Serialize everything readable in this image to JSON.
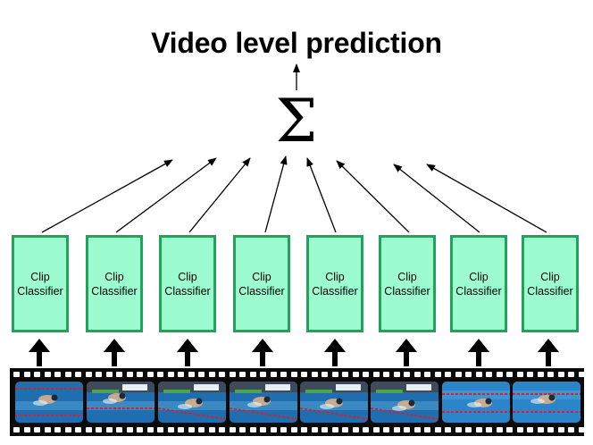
{
  "diagram": {
    "title": "Video level prediction",
    "sum_symbol": "Σ",
    "classifiers": [
      {
        "line1": "Clip",
        "line2": "Classifier"
      },
      {
        "line1": "Clip",
        "line2": "Classifier"
      },
      {
        "line1": "Clip",
        "line2": "Classifier"
      },
      {
        "line1": "Clip",
        "line2": "Classifier"
      },
      {
        "line1": "Clip",
        "line2": "Classifier"
      },
      {
        "line1": "Clip",
        "line2": "Classifier"
      },
      {
        "line1": "Clip",
        "line2": "Classifier"
      },
      {
        "line1": "Clip",
        "line2": "Classifier"
      }
    ],
    "frame_count": 8
  },
  "colors": {
    "classifier_fill": "#9cfcd0",
    "classifier_border": "#23a25e",
    "film": "#0a0a0a",
    "water": "#1f6fb0",
    "lane_rope": "#d8202a"
  },
  "icons": {
    "aggregate_arrow": "thin-arrow-icon",
    "input_arrow": "thick-up-arrow-icon",
    "frames": "swimming-video-frame"
  }
}
